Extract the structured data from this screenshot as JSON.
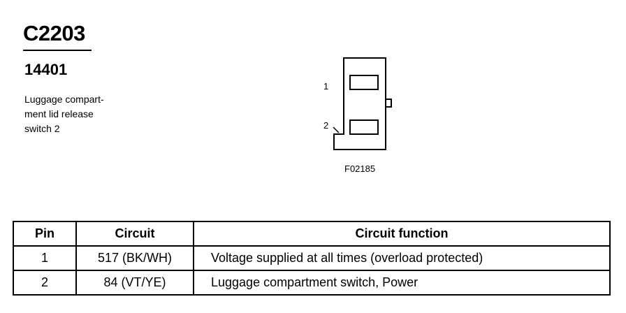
{
  "header": {
    "connector_id": "C2203",
    "part_number": "14401",
    "description_lines": [
      "Luggage compart-",
      "ment lid release",
      "switch 2"
    ]
  },
  "diagram": {
    "pin_labels": [
      "1",
      "2"
    ],
    "figure_code": "F02185"
  },
  "table": {
    "headers": [
      "Pin",
      "Circuit",
      "Circuit function"
    ],
    "rows": [
      {
        "pin": "1",
        "circuit": "517 (BK/WH)",
        "function": "Voltage supplied at all times (overload protected)"
      },
      {
        "pin": "2",
        "circuit": "84 (VT/YE)",
        "function": "Luggage compartment switch, Power"
      }
    ]
  }
}
